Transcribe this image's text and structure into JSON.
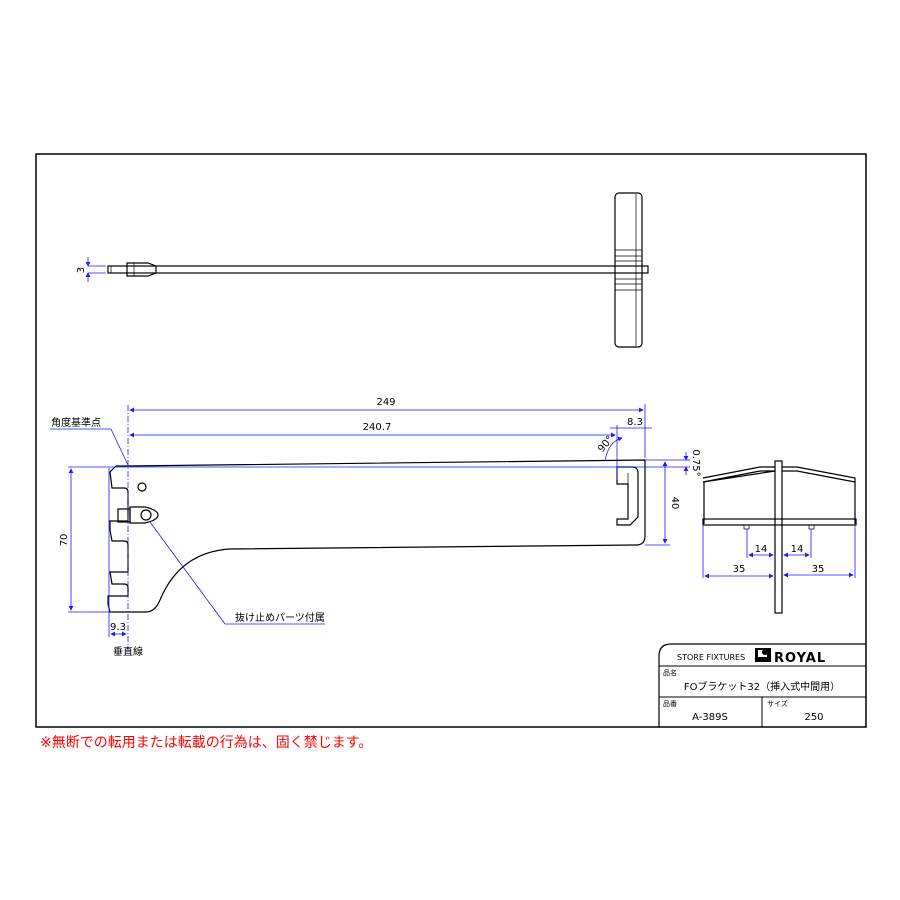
{
  "dimensions": {
    "rod_thickness": "3",
    "total_length": "249",
    "inner_length": "240.7",
    "hook_offset": "8.3",
    "angle_right": "90°",
    "tilt_angle": "0.75°",
    "end_height": "40",
    "bracket_height": "70",
    "offset_from_vertical": "9.3",
    "front_inner_left": "14",
    "front_inner_right": "14",
    "front_outer_left": "35",
    "front_outer_right": "35"
  },
  "labels": {
    "angle_reference_point": "角度基準点",
    "vertical_line": "垂直線",
    "stopper_part_included": "抜け止めパーツ付属"
  },
  "title_block": {
    "company_tagline": "STORE FIXTURES",
    "brand": "ROYAL",
    "product_name_label": "品名",
    "product_name": "FOブラケット32（挿入式中間用）",
    "part_number_label": "品番",
    "part_number": "A-389S",
    "size_label": "サイズ",
    "size": "250"
  },
  "notice": "※無断での転用または転載の行為は、固く禁じます。",
  "colors": {
    "dimension": "#1a1aff",
    "notice": "#ff0000"
  }
}
